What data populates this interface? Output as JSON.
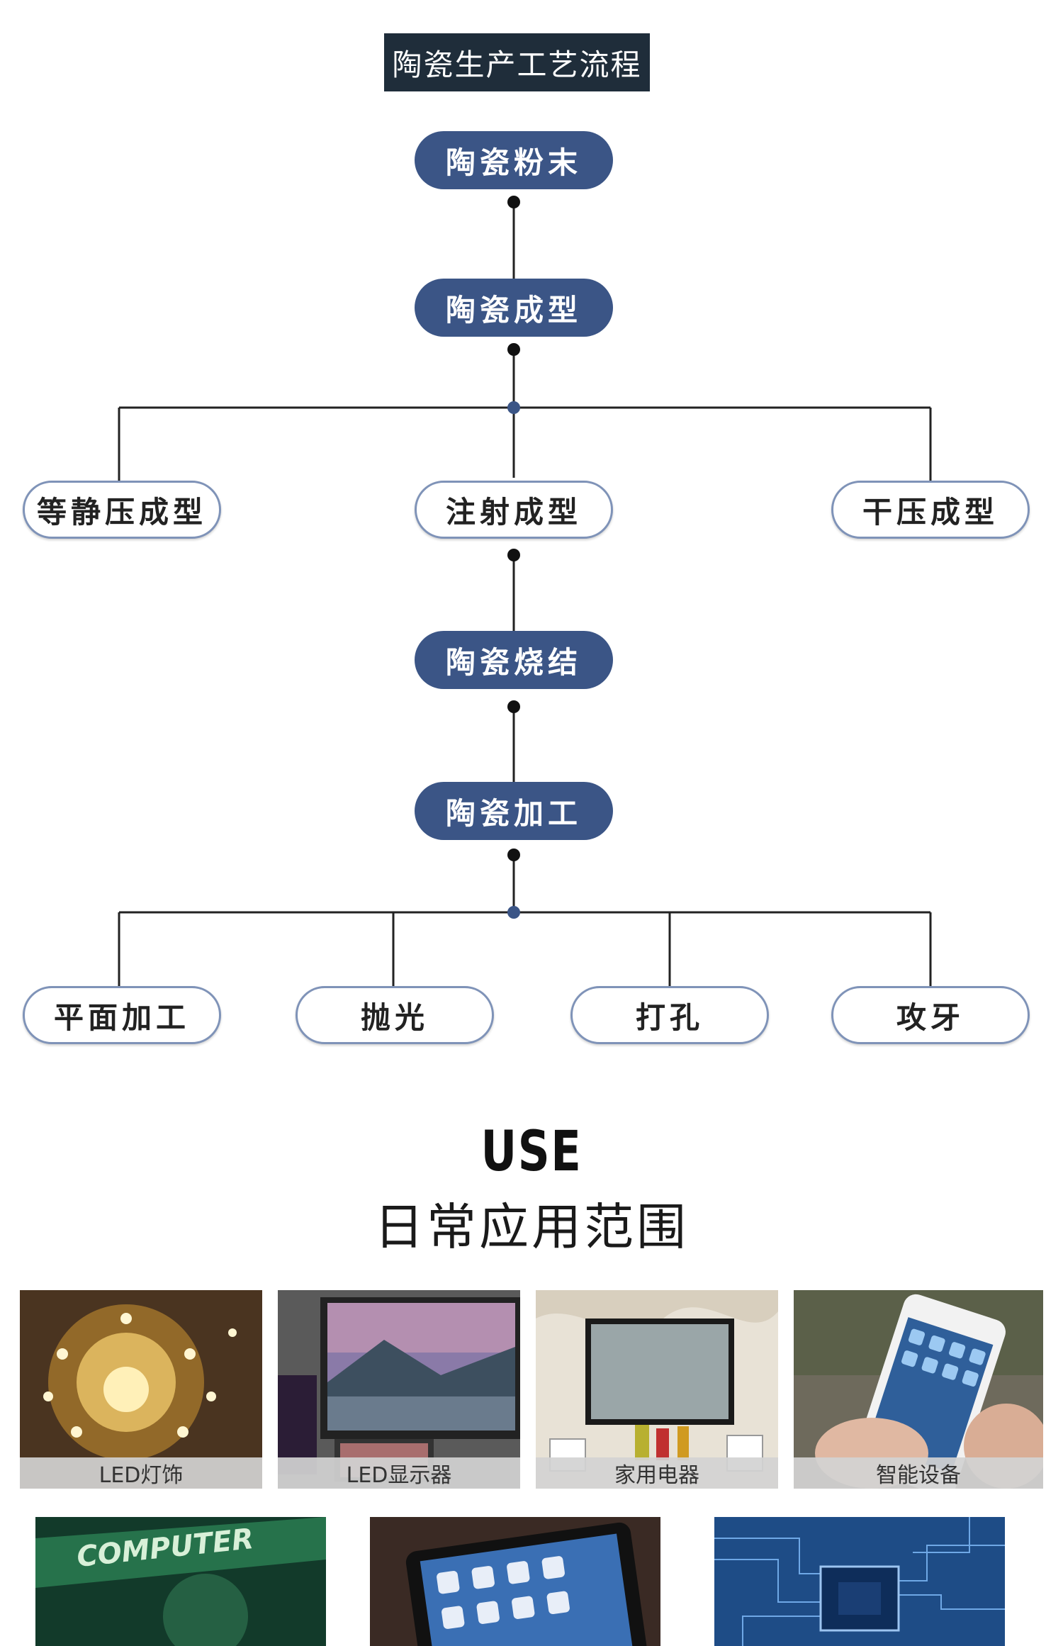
{
  "header": {
    "title": "陶瓷生产工艺流程"
  },
  "flow": {
    "powder": "陶瓷粉末",
    "forming": "陶瓷成型",
    "forming_methods": [
      "等静压成型",
      "注射成型",
      "干压成型"
    ],
    "sintering": "陶瓷烧结",
    "machining": "陶瓷加工",
    "machining_methods": [
      "平面加工",
      "抛光",
      "打孔",
      "攻牙"
    ]
  },
  "use": {
    "title": "USE",
    "subtitle": "日常应用范围",
    "items": [
      "LED灯饰",
      "LED显示器",
      "家用电器",
      "智能设备"
    ]
  },
  "colors": {
    "node_fill": "#3b5586",
    "node_outline": "#7f93b8",
    "title_bg": "#1f2d3a"
  }
}
